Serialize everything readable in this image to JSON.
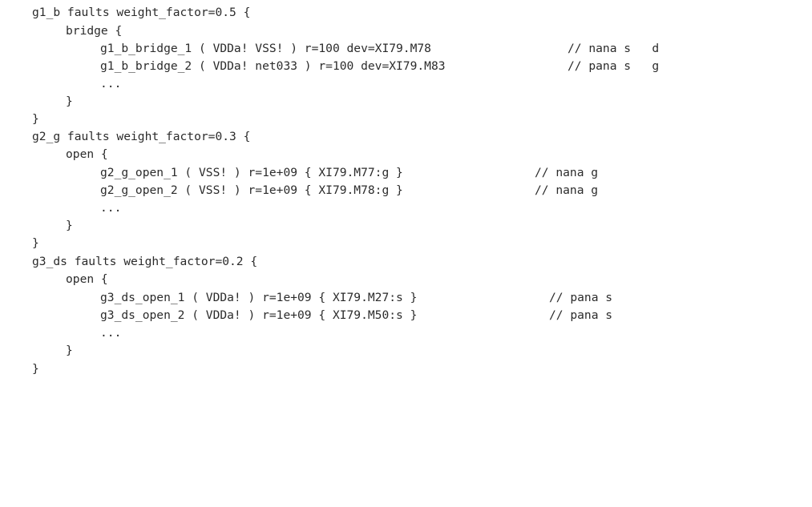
{
  "blocks": [
    {
      "header": "g1_b faults weight_factor=0.5 {",
      "section": "bridge {",
      "faults": [
        {
          "code": "g1_b_bridge_1 ( VDDa! VSS! ) r=100 dev=XI79.M78",
          "comment": "// nana s   d"
        },
        {
          "code": "g1_b_bridge_2 ( VDDa! net033 ) r=100 dev=XI79.M83",
          "comment": "// pana s   g"
        }
      ],
      "ellipsis": "...",
      "section_close": "}",
      "close": "}"
    },
    {
      "header": "g2_g faults weight_factor=0.3 {",
      "section": "open {",
      "faults": [
        {
          "code": "g2_g_open_1 ( VSS! ) r=1e+09 { XI79.M77:g }",
          "comment": "// nana g"
        },
        {
          "code": "g2_g_open_2 ( VSS! ) r=1e+09 { XI79.M78:g }",
          "comment": "// nana g"
        }
      ],
      "ellipsis": "...",
      "section_close": "}",
      "close": "}"
    },
    {
      "header": "g3_ds faults weight_factor=0.2 {",
      "section": "open {",
      "faults": [
        {
          "code": "g3_ds_open_1 ( VDDa! ) r=1e+09 { XI79.M27:s }",
          "comment": "// pana s"
        },
        {
          "code": "g3_ds_open_2 ( VDDa! ) r=1e+09 { XI79.M50:s }",
          "comment": "// pana s"
        }
      ],
      "ellipsis": "...",
      "section_close": "}",
      "close": "}"
    }
  ]
}
